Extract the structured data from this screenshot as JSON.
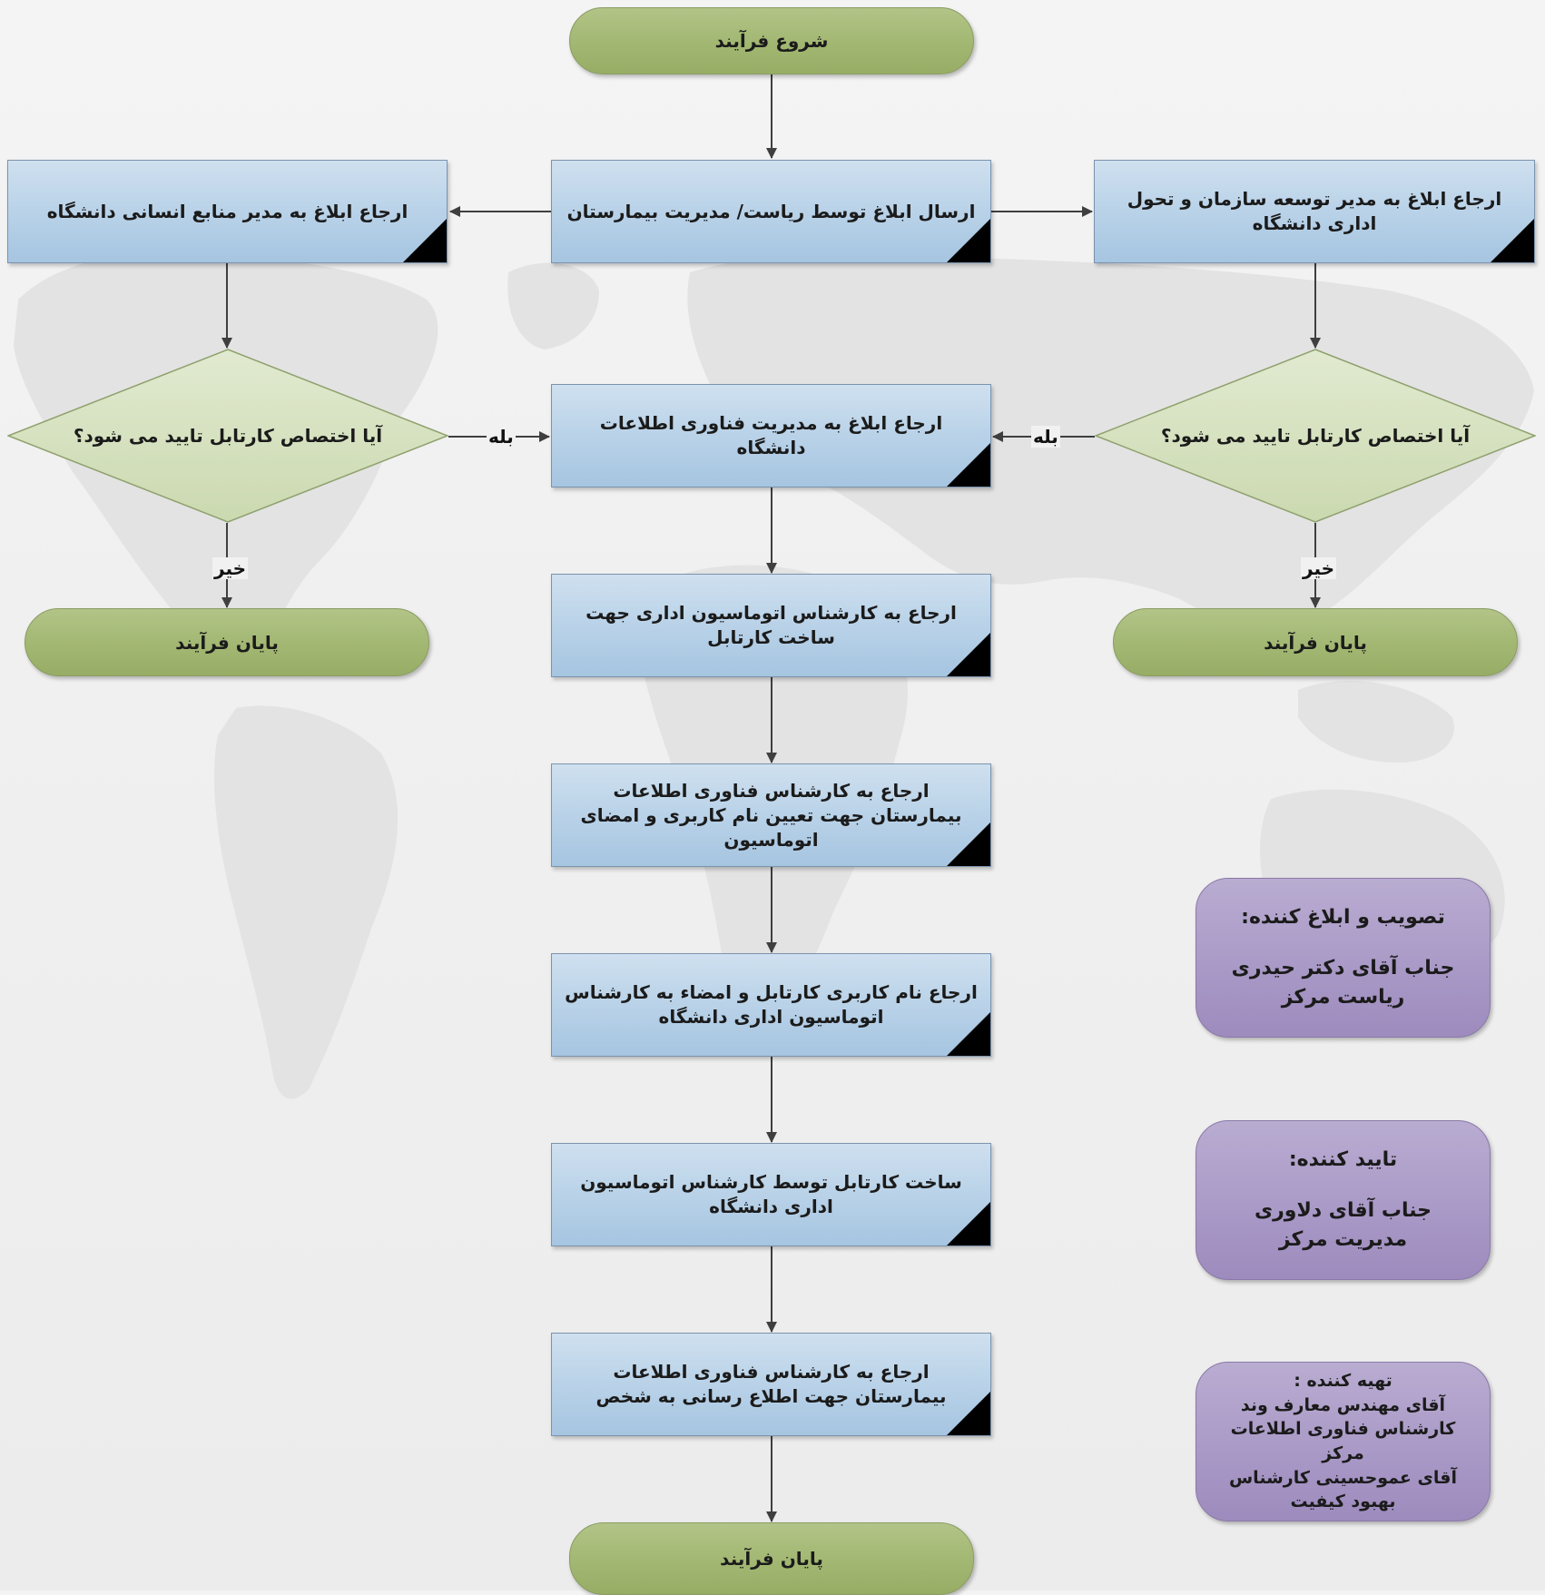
{
  "colors": {
    "terminal": "#a2b772",
    "process": "#b9d2e8",
    "decision": "#d6e2bf",
    "note": "#a898c6",
    "arrow": "#3f3f3f"
  },
  "start": "شروع فرآیند",
  "process": {
    "send_notice": "ارسال ابلاغ توسط ریاست/ مدیریت بیمارستان",
    "refer_hr": "ارجاع ابلاغ به مدیر منابع انسانی دانشگاه",
    "refer_dev": "ارجاع ابلاغ به مدیر توسعه سازمان و تحول اداری دانشگاه",
    "refer_it_mgmt": "ارجاع ابلاغ به مدیریت فناوری اطلاعات دانشگاه",
    "refer_automation_expert": "ارجاع به کارشناس اتوماسیون اداری جهت ساخت کارتابل",
    "refer_hospital_it_username": "ارجاع به کارشناس فناوری اطلاعات بیمارستان جهت تعیین نام کاربری و امضای اتوماسیون",
    "refer_username_signature": "ارجاع نام کاربری کارتابل و امضاء به کارشناس اتوماسیون اداری دانشگاه",
    "build_cartable": "ساخت کارتابل توسط کارشناس اتوماسیون اداری دانشگاه",
    "refer_hospital_it_inform": "ارجاع به کارشناس فناوری اطلاعات بیمارستان جهت اطلاع رسانی به شخص"
  },
  "decision": {
    "left": "آیا  اختصاص کارتابل تایید می شود؟",
    "right": "آیا  اختصاص کارتابل تایید می شود؟"
  },
  "labels": {
    "yes_left": "بله",
    "yes_right": "بله",
    "no_left": "خیر",
    "no_right": "خیر"
  },
  "end": {
    "left": "پایان فرآیند",
    "right": "پایان فرآیند",
    "bottom": "پایان فرآیند"
  },
  "notes": {
    "approver": {
      "title": "تصویب و ابلاغ کننده:",
      "line1": "جناب آقای دکتر حیدری",
      "line2": "ریاست مرکز"
    },
    "confirmer": {
      "title": "تایید کننده:",
      "line1": "جناب آقای دلاوری",
      "line2": "مدیریت مرکز"
    },
    "preparer": {
      "title": "تهیه کننده :",
      "line1": "آقای مهندس معارف وند کارشناس فناوری اطلاعات مرکز",
      "line2": "آقای عموحسینی کارشناس بهبود کیفیت"
    }
  }
}
